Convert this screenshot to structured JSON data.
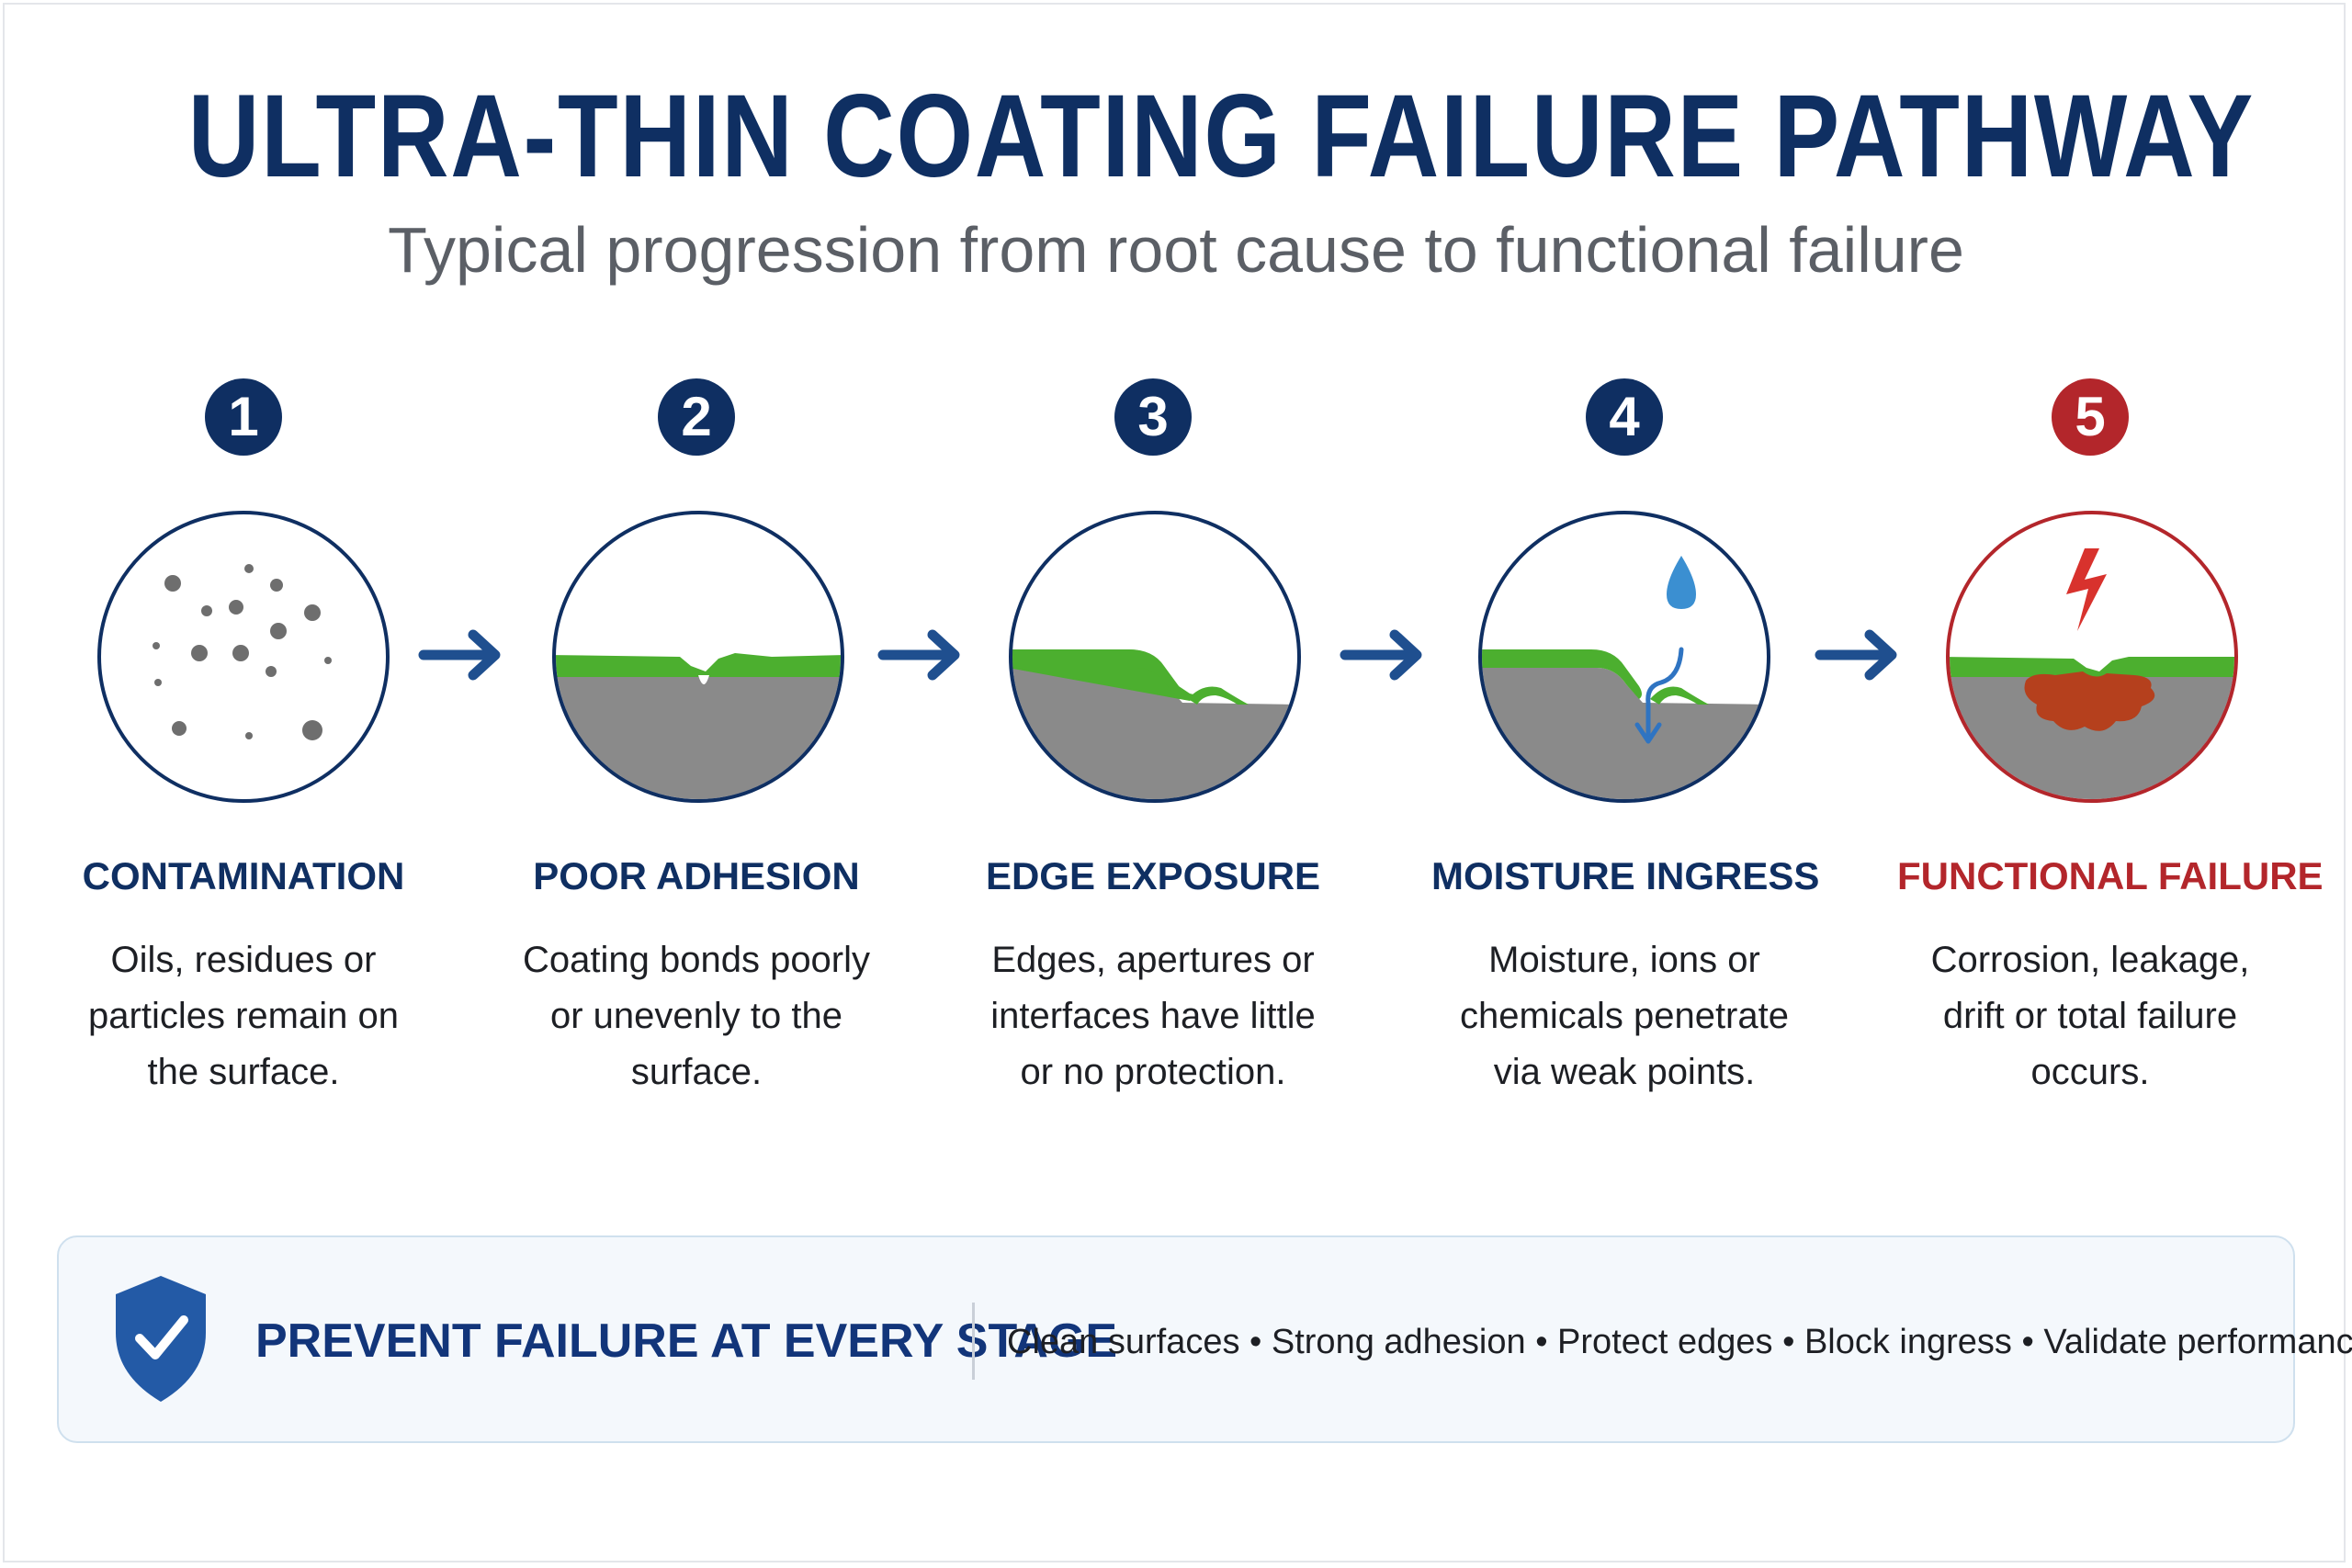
{
  "title": "ULTRA-THIN COATING FAILURE PATHWAY",
  "subtitle": "Typical progression from root cause to functional failure",
  "stages": [
    {
      "number": "1",
      "title": "CONTAMINATION",
      "desc_lines": [
        "Oils, residues or",
        "particles remain on",
        "the surface."
      ],
      "color": "#0f2f62",
      "icon": "contamination-particles-icon"
    },
    {
      "number": "2",
      "title": "POOR ADHESION",
      "desc_lines": [
        "Coating bonds poorly",
        "or unevenly to the",
        "surface."
      ],
      "color": "#0f2f62",
      "icon": "poor-adhesion-icon"
    },
    {
      "number": "3",
      "title": "EDGE EXPOSURE",
      "desc_lines": [
        "Edges, apertures or",
        "interfaces have little",
        "or no protection."
      ],
      "color": "#0f2f62",
      "icon": "edge-exposure-icon"
    },
    {
      "number": "4",
      "title": "MOISTURE INGRESS",
      "desc_lines": [
        "Moisture, ions or",
        "chemicals penetrate",
        "via weak points."
      ],
      "color": "#0f2f62",
      "icon": "moisture-ingress-icon"
    },
    {
      "number": "5",
      "title": "FUNCTIONAL FAILURE",
      "desc_lines": [
        "Corrosion, leakage,",
        "drift or total failure",
        "occurs."
      ],
      "color": "#b3262b",
      "icon": "functional-failure-icon"
    }
  ],
  "prevent": {
    "title": "PREVENT FAILURE AT EVERY STAGE",
    "list": "Clean surfaces • Strong adhesion • Protect edges • Block ingress • Validate performance",
    "icon": "shield-check-icon"
  },
  "colors": {
    "navy": "#0f2f62",
    "red": "#b3262b",
    "coating_green": "#4caf2f",
    "substrate_gray": "#8a8a8a",
    "arrow_blue": "#1f4f8f",
    "water_blue": "#3b8fd1",
    "rust": "#b5401d"
  }
}
